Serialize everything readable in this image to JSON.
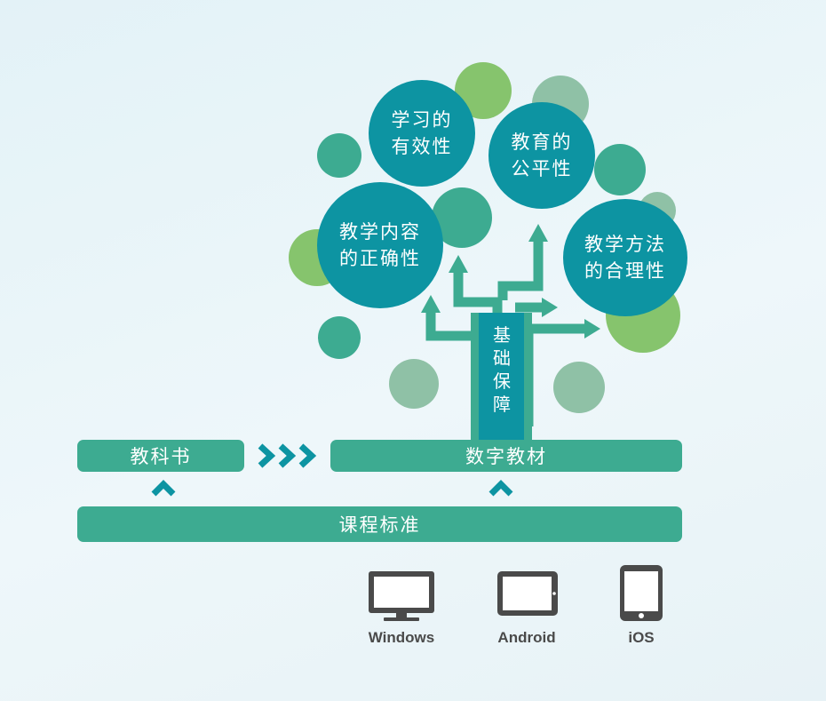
{
  "tree": {
    "trunk_label": [
      "基",
      "础",
      "保",
      "障"
    ],
    "bubbles": {
      "effectiveness": [
        "学习的",
        "有效性"
      ],
      "fairness": [
        "教育的",
        "公平性"
      ],
      "correctness": [
        "教学内容",
        "的正确性"
      ],
      "rationality": [
        "教学方法",
        "的合理性"
      ]
    }
  },
  "flow": {
    "textbook": "教科书",
    "digital_material": "数字教材",
    "curriculum_standard": "课程标准"
  },
  "platforms": {
    "windows": "Windows",
    "android": "Android",
    "ios": "iOS"
  },
  "colors": {
    "teal": "#0d94a2",
    "green": "#3dab91",
    "light_green": "#86c46d",
    "sage": "#8fc1a6",
    "dark_gray": "#4a4a4a"
  }
}
